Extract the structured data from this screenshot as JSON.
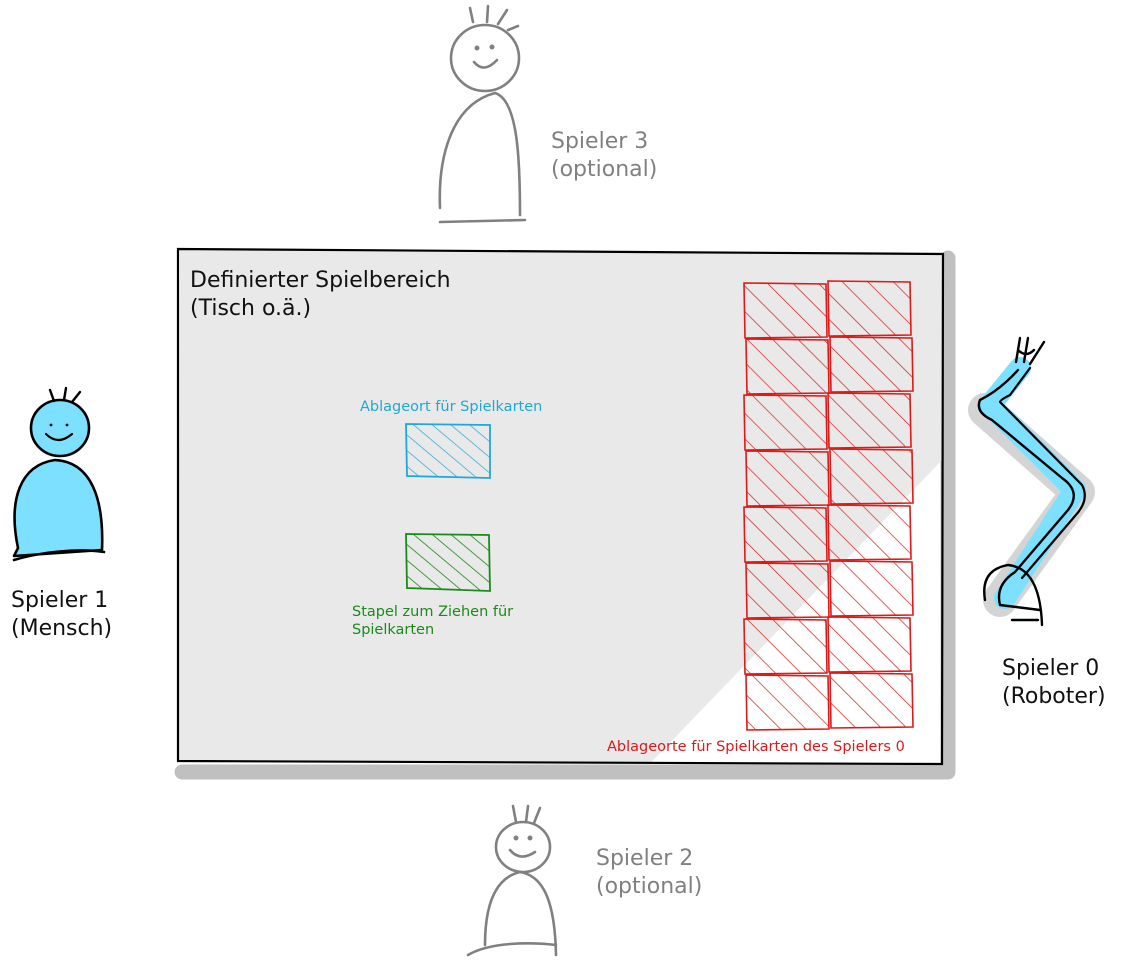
{
  "colors": {
    "human": "#7ee0ff",
    "optional_player": "#808080",
    "discard": "#1ea8d8",
    "draw": "#1a8a1a",
    "player0_slots": "#e01818",
    "table_fill": "#e9e9e9",
    "table_shadow": "#c0c0c0"
  },
  "icons": {
    "player1": "person-icon",
    "player2": "person-icon",
    "player3": "person-icon",
    "player0": "robot-arm-icon"
  },
  "table": {
    "title_line1": "Definierter Spielbereich",
    "title_line2": "(Tisch o.ä.)"
  },
  "discard_area": {
    "label": "Ablageort für Spielkarten"
  },
  "draw_pile": {
    "label_line1": "Stapel zum Ziehen für",
    "label_line2": "Spielkarten"
  },
  "player0_slots": {
    "label": "Ablageorte für Spielkarten des Spielers 0",
    "rows": 8,
    "columns": 2
  },
  "players": {
    "p0": {
      "line1": "Spieler 0",
      "line2": "(Roboter)"
    },
    "p1": {
      "line1": "Spieler 1",
      "line2": "(Mensch)"
    },
    "p2": {
      "line1": "Spieler 2",
      "line2": "(optional)"
    },
    "p3": {
      "line1": "Spieler 3",
      "line2": "(optional)"
    }
  }
}
